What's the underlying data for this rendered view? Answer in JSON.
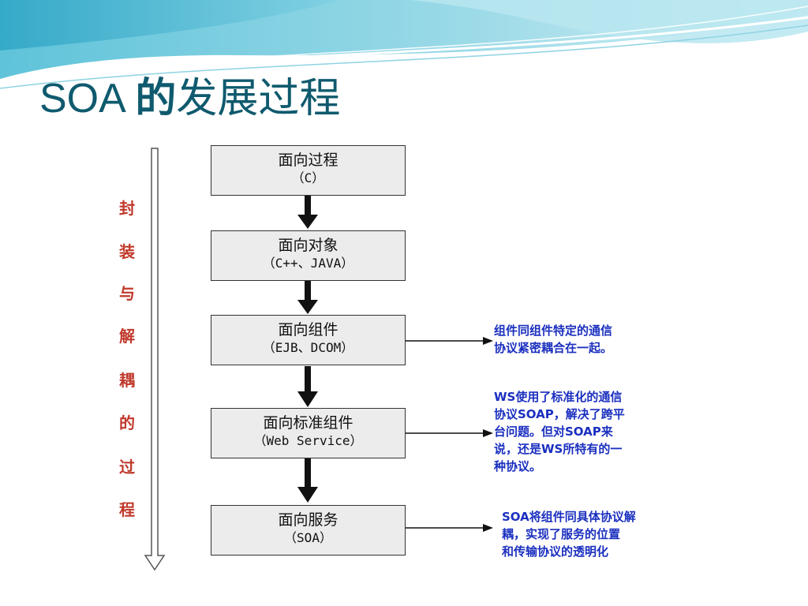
{
  "title": {
    "part1": "SOA ",
    "part2": "的",
    "part3": "发展过程"
  },
  "side_label": [
    "封",
    "装",
    "与",
    "解",
    "耦",
    "的",
    "过",
    "程"
  ],
  "stages": [
    {
      "name": "面向过程",
      "example": "（C）"
    },
    {
      "name": "面向对象",
      "example": "（C++、JAVA）"
    },
    {
      "name": "面向组件",
      "example": "（EJB、DCOM）"
    },
    {
      "name": "面向标准组件",
      "example": "（Web Service）"
    },
    {
      "name": "面向服务",
      "example": "（SOA）"
    }
  ],
  "notes": [
    {
      "text": "组件同组件特定的通信\n协议紧密耦合在一起。"
    },
    {
      "text": "WS使用了标准化的通信\n协议SOAP，解决了跨平\n台问题。但对SOAP来\n说，还是WS所特有的一\n种协议。"
    },
    {
      "text": "SOA将组件同具体协议解\n耦，实现了服务的位置\n和传输协议的透明化"
    }
  ],
  "colors": {
    "title": "#0f5a6e",
    "side_label": "#c0392b",
    "notes": "#1a2fbf",
    "box_fill": "#ececec"
  }
}
